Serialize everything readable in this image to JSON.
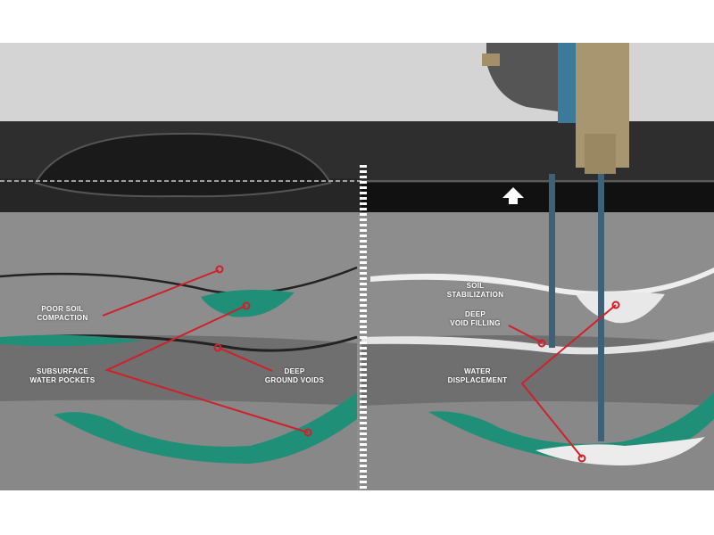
{
  "left_panel": {
    "labels": {
      "poor_soil": [
        "POOR SOIL",
        "COMPACTION"
      ],
      "water_pockets": [
        "SUBSURFACE",
        "WATER POCKETS"
      ],
      "deep_voids": [
        "DEEP",
        "GROUND VOIDS"
      ]
    }
  },
  "right_panel": {
    "labels": {
      "soil_stabilization": [
        "SOIL",
        "STABILIZATION"
      ],
      "void_filling": [
        "DEEP",
        "VOID FILLING"
      ],
      "water_displacement": [
        "WATER",
        "DISPLACEMENT"
      ]
    }
  },
  "colors": {
    "callout": "#d0202a",
    "water": "#1f8f78",
    "soil": "#8a8a8a",
    "road": "#2b2b2b",
    "rod": "#3d6278"
  }
}
